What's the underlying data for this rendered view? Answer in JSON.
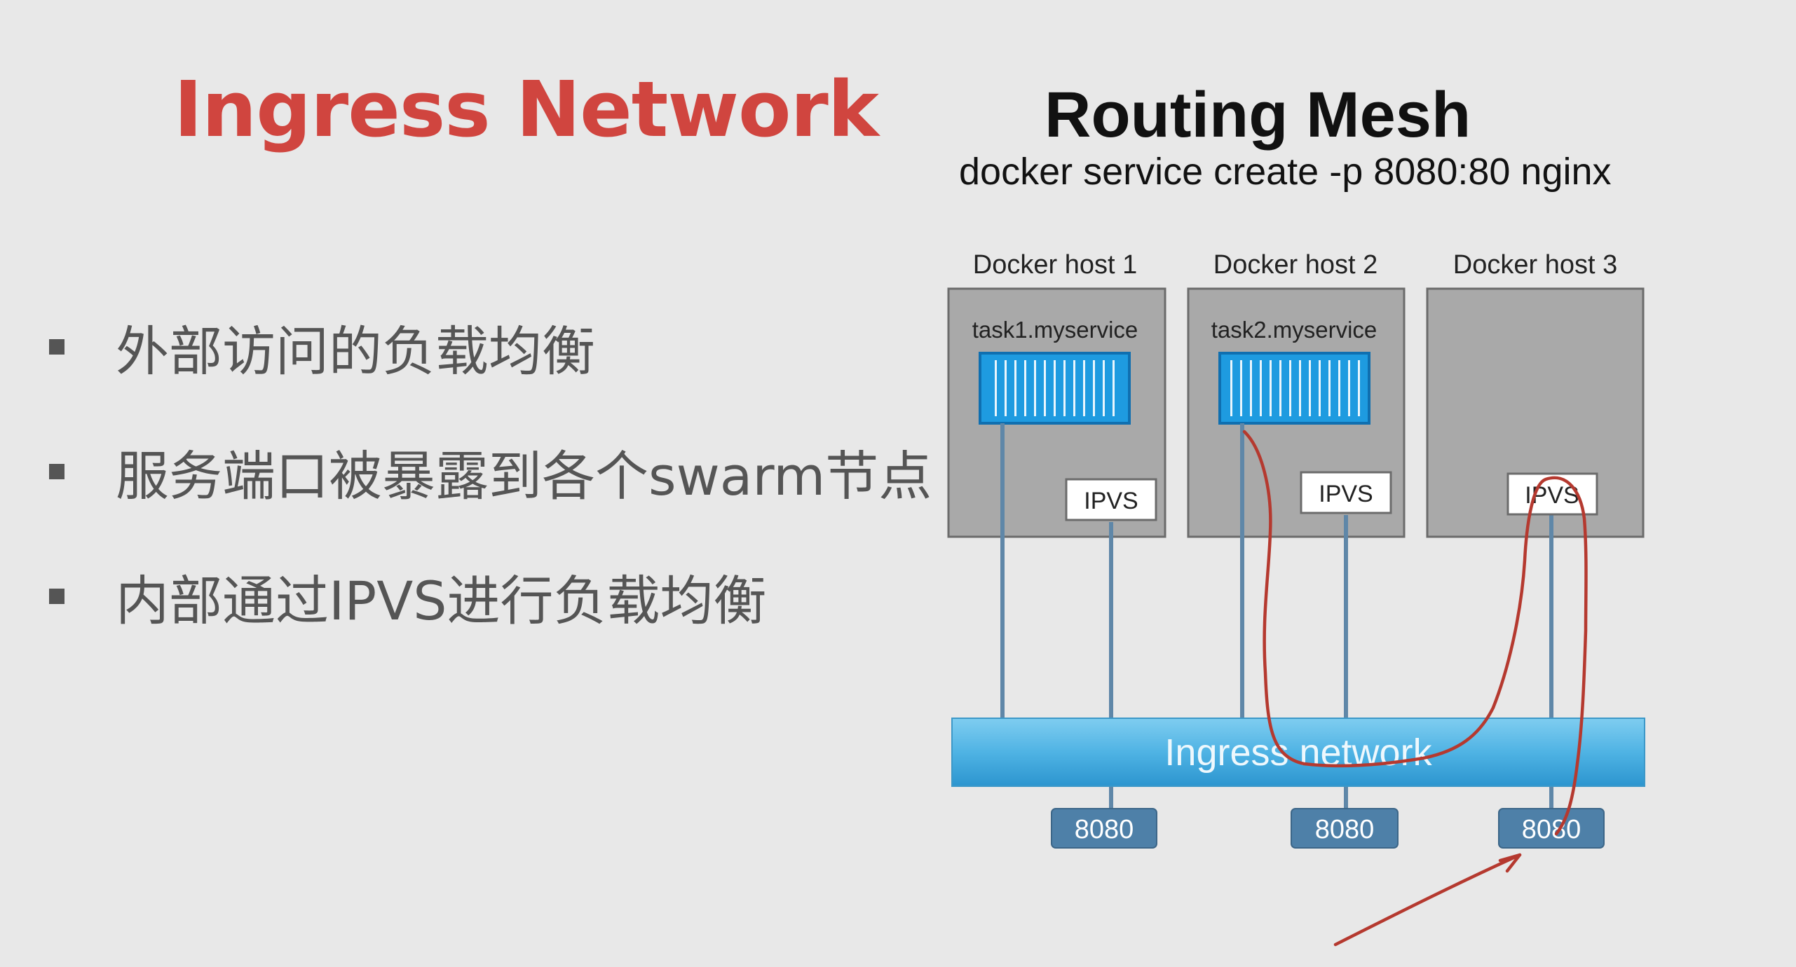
{
  "slide": {
    "title": "Ingress Network",
    "bullets": [
      "外部访问的负载均衡",
      "服务端口被暴露到各个swarm节点",
      "内部通过IPVS进行负载均衡"
    ]
  },
  "diagram": {
    "title": "Routing Mesh",
    "command": "docker service create -p 8080:80 nginx",
    "hosts": [
      {
        "label": "Docker host 1",
        "task": "task1.myservice",
        "ipvs": "IPVS",
        "port": "8080"
      },
      {
        "label": "Docker host 2",
        "task": "task2.myservice",
        "ipvs": "IPVS",
        "port": "8080"
      },
      {
        "label": "Docker host 3",
        "task": "",
        "ipvs": "IPVS",
        "port": "8080"
      }
    ],
    "network_label": "Ingress network"
  },
  "colors": {
    "title_red": "#d0453f",
    "host_box": "#a9a9a9",
    "container_blue": "#1e9be0",
    "network_blue": "#4fb3e4",
    "port_blue": "#4e80a8",
    "line_blue": "#5f87a8",
    "annotation_red": "#b5392f"
  }
}
